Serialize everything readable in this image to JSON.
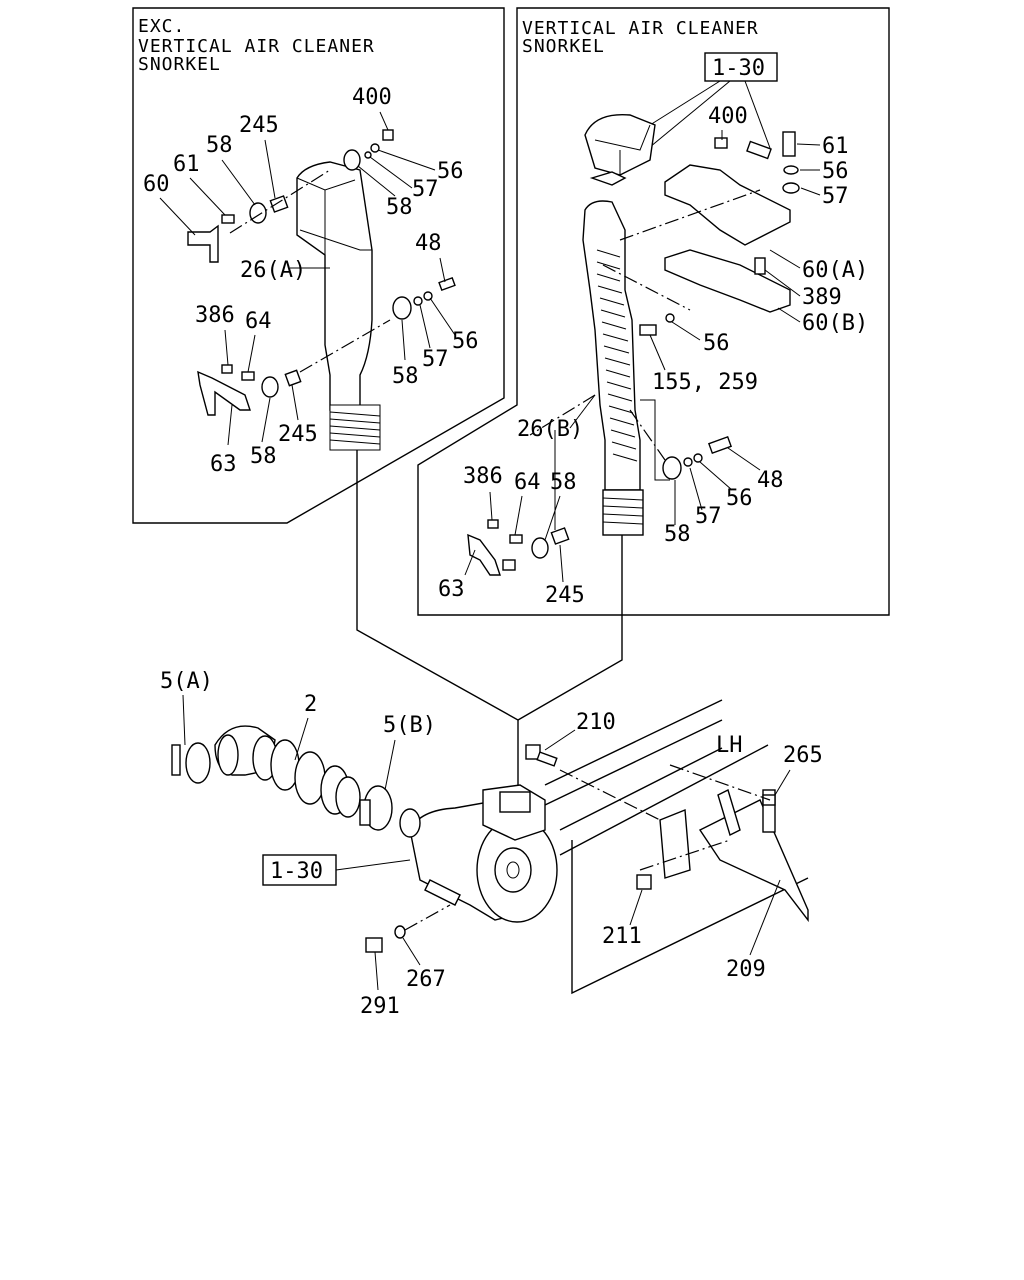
{
  "panels": {
    "left_heading": [
      "EXC.",
      "VERTICAL AIR CLEANER",
      "SNORKEL"
    ],
    "right_heading": [
      "VERTICAL AIR CLEANER",
      "SNORKEL"
    ]
  },
  "boxed_refs": {
    "top": "1-30",
    "bottom": "1-30"
  },
  "labels": {
    "l_400": "400",
    "l_245a": "245",
    "l_58a": "58",
    "l_61a": "61",
    "l_60a": "60",
    "l_56a": "56",
    "l_57a": "57",
    "l_58b": "58",
    "l_26a": "26(A)",
    "l_48a": "48",
    "l_386a": "386",
    "l_64a": "64",
    "l_56b": "56",
    "l_57b": "57",
    "l_58c": "58",
    "l_245b": "245",
    "l_63a": "63",
    "l_58d": "58",
    "r_400": "400",
    "r_61": "61",
    "r_56a": "56",
    "r_57a": "57",
    "r_60A": "60(A)",
    "r_389": "389",
    "r_60B": "60(B)",
    "r_56b": "56",
    "r_155": "155, 259",
    "r_26B": "26(B)",
    "r_386": "386",
    "r_64": "64",
    "r_58a": "58",
    "r_48": "48",
    "r_56c": "56",
    "r_57b": "57",
    "r_58b": "58",
    "r_63": "63",
    "r_245": "245",
    "b_5A": "5(A)",
    "b_2": "2",
    "b_5B": "5(B)",
    "b_210": "210",
    "b_LH": "LH",
    "b_265": "265",
    "b_211": "211",
    "b_209": "209",
    "b_291": "291",
    "b_267": "267"
  }
}
